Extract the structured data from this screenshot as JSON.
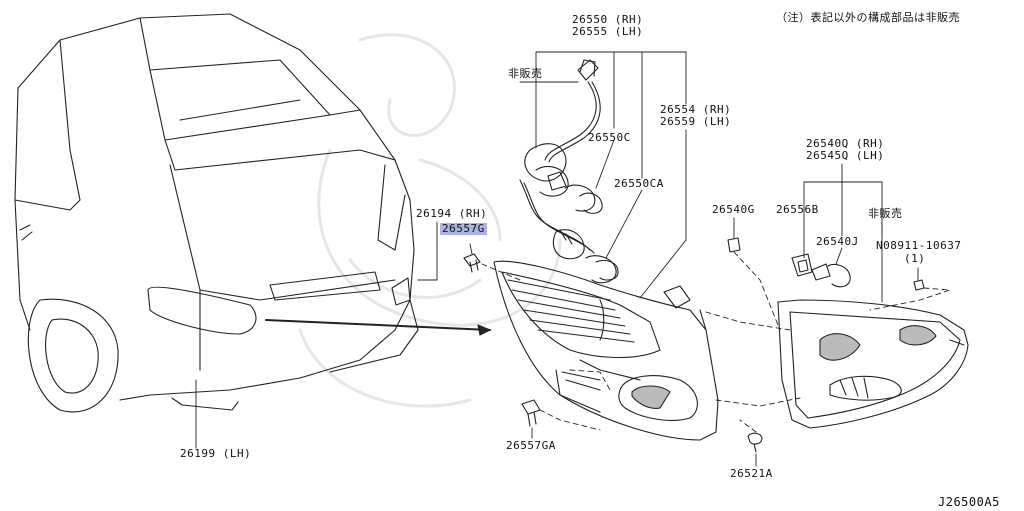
{
  "note": "（注）表記以外の構成部品は非販売",
  "diagram_code": "J26500A5",
  "highlight_color": "#a9b3e6",
  "labels": {
    "p26550": "26550 (RH)",
    "p26555": "26555 (LH)",
    "not_sold_1": "非販売",
    "p26550c": "26550C",
    "p26550ca": "26550CA",
    "p26554": "26554 (RH)",
    "p26559": "26559 (LH)",
    "p26540q": "26540Q (RH)",
    "p26545q": "26545Q (LH)",
    "p26540g": "26540G",
    "p26556b": "26556B",
    "not_sold_2": "非販売",
    "p26540j": "26540J",
    "p08911": "N08911-10637",
    "p08911_qty": "(1)",
    "p26194": "26194 (RH)",
    "p26557g": "26557G",
    "p26557ga": "26557GA",
    "p26521a": "26521A",
    "p26199": "26199 (LH)"
  }
}
